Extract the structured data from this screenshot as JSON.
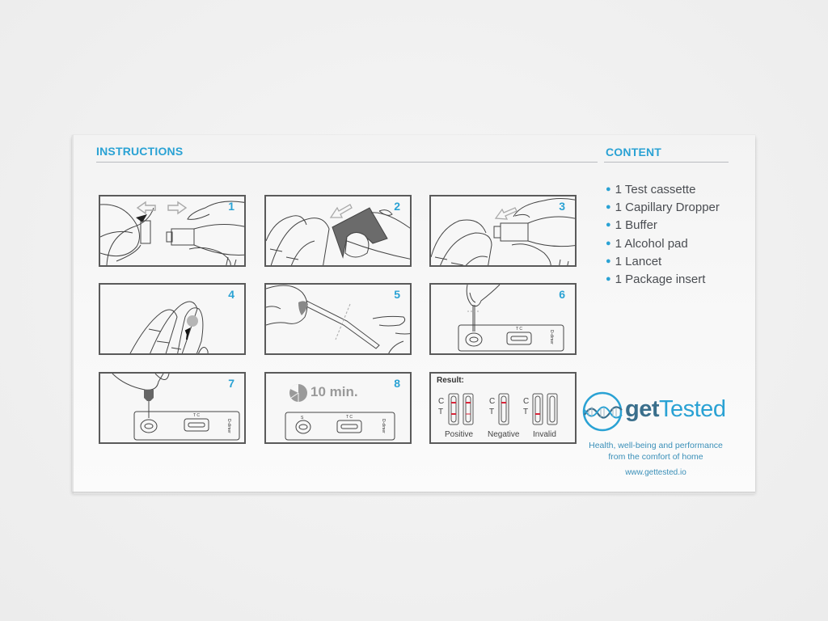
{
  "box": {
    "instructions_title": "INSTRUCTIONS",
    "content_title": "CONTENT"
  },
  "steps": [
    {
      "number": "1",
      "illustration": "open-lancet-cap"
    },
    {
      "number": "2",
      "illustration": "clean-finger-with-alcohol-pad"
    },
    {
      "number": "3",
      "illustration": "press-lancet-to-finger"
    },
    {
      "number": "4",
      "illustration": "blood-drop-on-fingertip"
    },
    {
      "number": "5",
      "illustration": "collect-blood-with-capillary-dropper"
    },
    {
      "number": "6",
      "illustration": "apply-blood-to-sample-well"
    },
    {
      "number": "7",
      "illustration": "add-buffer-to-sample-well"
    },
    {
      "number": "8",
      "illustration": "wait-timer",
      "timer_text": "10 min."
    },
    {
      "number": "",
      "illustration": "result-interpretation"
    }
  ],
  "result_panel": {
    "title": "Result:",
    "c_label": "C",
    "t_label": "T",
    "categories": [
      "Positive",
      "Negative",
      "Invalid"
    ],
    "line_color": "#d9263a"
  },
  "cassette": {
    "brand_label": "D-dimer",
    "window_marks": "T C",
    "sample_mark": "S"
  },
  "content_items": [
    "1 Test cassette",
    "1 Capillary Dropper",
    "1 Buffer",
    "1 Alcohol pad",
    "1 Lancet",
    "1 Package insert"
  ],
  "brand": {
    "logo_part1": "get",
    "logo_part2": "Tested",
    "logo_icon": "dna-helix-circle-icon",
    "tagline_line1": "Health, well-being and performance",
    "tagline_line2": "from the comfort of home",
    "website": "www.gettested.io",
    "accent_color": "#2aa2d4",
    "dark_color": "#3a6f8c"
  }
}
